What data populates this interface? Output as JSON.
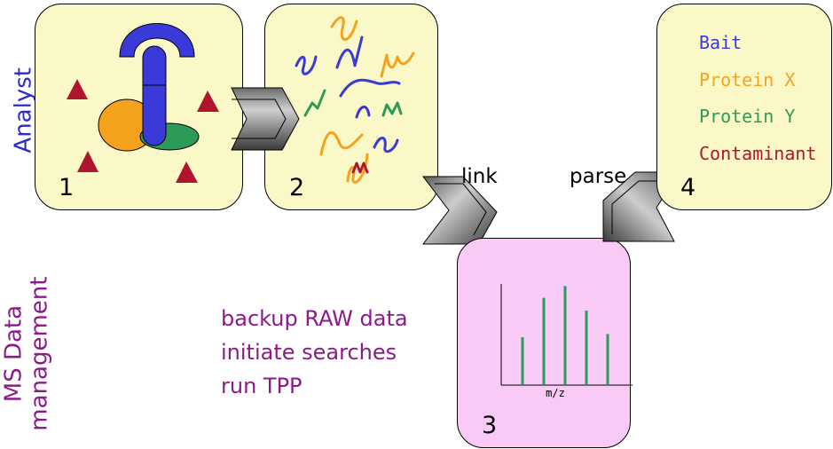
{
  "lanes": {
    "analyst": "Analyst",
    "ms_data_line1": "MS Data",
    "ms_data_line2": "management"
  },
  "panels": {
    "p1_number": "1",
    "p2_number": "2",
    "p3_number": "3",
    "p4_number": "4"
  },
  "arrows": {
    "link_label": "link",
    "parse_label": "parse"
  },
  "ms_steps": [
    "backup RAW data",
    "initiate searches",
    "run TPP"
  ],
  "spectrum": {
    "x_label": "m/z",
    "peaks": [
      0.45,
      0.82,
      0.93,
      0.7,
      0.48
    ]
  },
  "legend": [
    {
      "label": "Bait",
      "color": "#3a3ad8"
    },
    {
      "label": "Protein X",
      "color": "#f5a21c"
    },
    {
      "label": "Protein Y",
      "color": "#2e9a5a"
    },
    {
      "label": "Contaminant",
      "color": "#b01530"
    }
  ],
  "colors": {
    "bait": "#3a3ad8",
    "protein_x": "#f5a21c",
    "protein_y": "#2e9a5a",
    "contaminant": "#b01530",
    "panel_yellow": "#fbf8c8",
    "panel_pink": "#f8caf5",
    "ms_text": "#8b1a8b"
  }
}
